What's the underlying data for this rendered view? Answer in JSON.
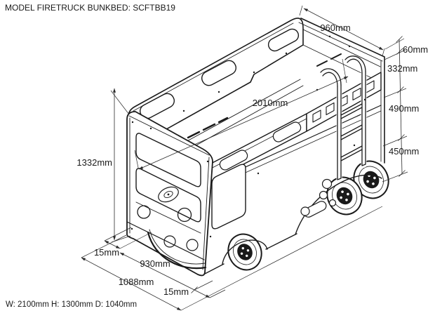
{
  "title": "MODEL FIRETRUCK BUNKBED: SCFTBB19",
  "footer_summary": "W: 2100mm H: 1300mm D: 1040mm",
  "drawing": {
    "subject": "firetruck bunk bed",
    "view": "isometric technical drawing",
    "line_color": "#1a1a1a",
    "background": "#ffffff"
  },
  "dims": {
    "top_width": {
      "label": "960mm",
      "value_mm": 960
    },
    "rail_cap_height": {
      "label": "60mm",
      "value_mm": 60
    },
    "head_panel_height": {
      "label": "332mm",
      "value_mm": 332
    },
    "upper_section_height": {
      "label": "490mm",
      "value_mm": 490
    },
    "lower_section_height": {
      "label": "450mm",
      "value_mm": 450
    },
    "bed_length": {
      "label": "2010mm",
      "value_mm": 2010
    },
    "overall_height": {
      "label": "1332mm",
      "value_mm": 1332
    },
    "front_panel_thickness": {
      "label": "15mm",
      "value_mm": 15
    },
    "front_inner_width": {
      "label": "930mm",
      "value_mm": 930
    },
    "front_overall_width": {
      "label": "1088mm",
      "value_mm": 1088
    },
    "rear_panel_thickness": {
      "label": "15mm",
      "value_mm": 15
    }
  }
}
